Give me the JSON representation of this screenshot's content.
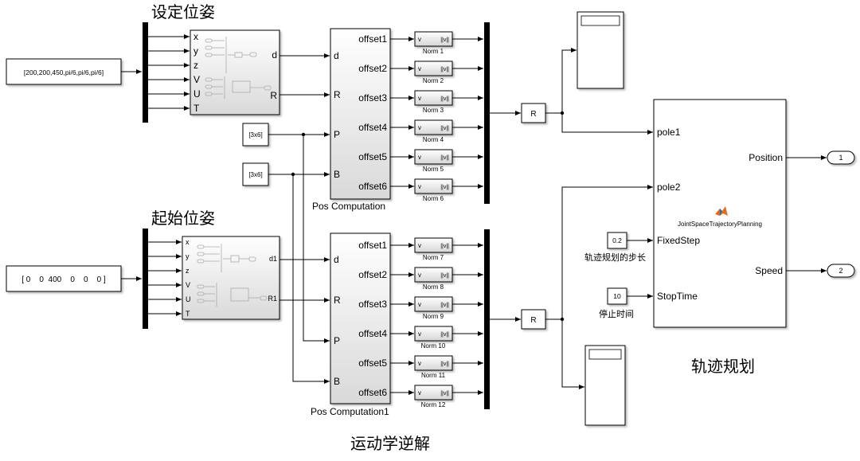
{
  "titles": {
    "set_pose": "设定位姿",
    "start_pose": "起始位姿",
    "inverse_kinematics": "运动学逆解",
    "trajectory": "轨迹规划"
  },
  "constants": {
    "set_pose_value": "[200,200,450,pi/6,pi/6,pi/6]",
    "start_pose_value": "[ 0    0  400    0    0    0 ]",
    "p_matrix": "[3x6]",
    "b_matrix": "[3x6]",
    "fixed_step": "0.2",
    "stop_time": "10"
  },
  "pose_subsystem_top": {
    "inputs": [
      "x",
      "y",
      "z",
      "V",
      "U",
      "T"
    ],
    "outputs": [
      "d",
      "R"
    ]
  },
  "pose_subsystem_bottom": {
    "inputs": [
      "x",
      "y",
      "z",
      "V",
      "U",
      "T"
    ],
    "outputs": [
      "d1",
      "R1"
    ]
  },
  "pos_computation_top": {
    "name": "Pos Computation",
    "inputs": [
      "d",
      "R",
      "P",
      "B"
    ],
    "outputs": [
      "offset1",
      "offset2",
      "offset3",
      "offset4",
      "offset5",
      "offset6"
    ]
  },
  "pos_computation_bottom": {
    "name": "Pos Computation1",
    "inputs": [
      "d",
      "R",
      "P",
      "B"
    ],
    "outputs": [
      "offset1",
      "offset2",
      "offset3",
      "offset4",
      "offset5",
      "offset6"
    ]
  },
  "norm_block": {
    "in_label": "v",
    "op_label": "||v||"
  },
  "norms_top": [
    "Norm 1",
    "Norm 2",
    "Norm 3",
    "Norm 4",
    "Norm 5",
    "Norm 6"
  ],
  "norms_bottom": [
    "Norm 7",
    "Norm 8",
    "Norm 9",
    "Norm 10",
    "Norm 11",
    "Norm 12"
  ],
  "goto_label": "R",
  "trajectory_block": {
    "inputs": [
      "pole1",
      "pole2",
      "FixedStep",
      "StopTime"
    ],
    "outputs": [
      "Position",
      "Speed"
    ],
    "function_name": "JointSpaceTrajectoryPlanning"
  },
  "outports": [
    "1",
    "2"
  ],
  "captions": {
    "fixed_step": "轨迹规划的步长",
    "stop_time": "停止时间"
  }
}
